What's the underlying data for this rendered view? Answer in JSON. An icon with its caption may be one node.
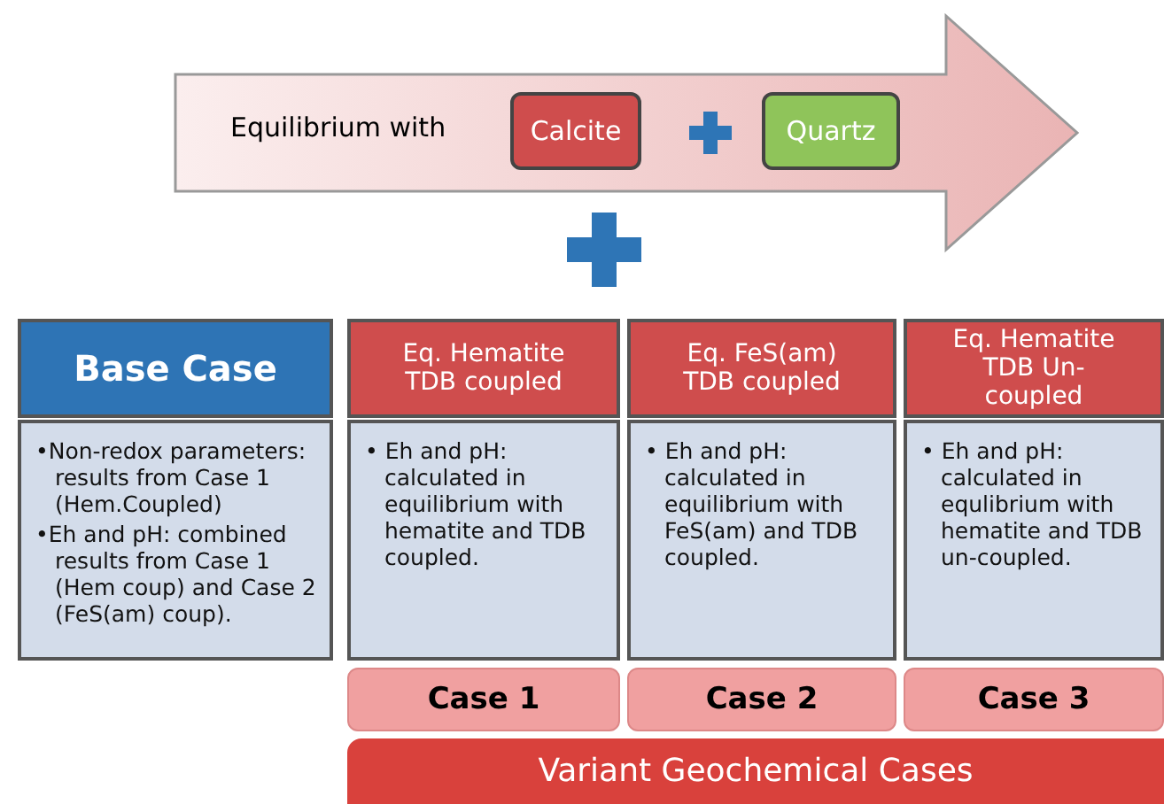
{
  "diagram": {
    "nodes": [
      {
        "text": [
          "Equilibrium with"
        ]
      },
      {
        "text": [
          "Calcite"
        ],
        "in": 0
      },
      {
        "text": [
          "Quartz"
        ],
        "in": 0
      },
      {
        "text": [
          "Base Case"
        ]
      },
      {
        "text": [
          "•Non-redox parameters: results from Case 1 (Hem.Coupled)",
          "•Eh and pH: combined results from Case 1 (Hem coup) and Case 2 (FeS(am) coup)."
        ]
      },
      {
        "text": [
          "Eq. Hematite TDB coupled"
        ]
      },
      {
        "text": [
          "• Eh and pH: calculated in equilibrium with hematite and TDB coupled."
        ]
      },
      {
        "text": [
          "Eq. FeS(am) TDB coupled"
        ]
      },
      {
        "text": [
          "• Eh and pH: calculated in equilibrium with FeS(am) and TDB coupled."
        ]
      },
      {
        "text": [
          "Eq. Hematite TDB Un-coupled"
        ]
      },
      {
        "text": [
          "• Eh and pH: calculated in equlibrium with hematite and TDB  un-coupled."
        ]
      },
      {
        "text": [
          "Case 1"
        ]
      },
      {
        "text": [
          "Case 2"
        ]
      },
      {
        "text": [
          "Case 3"
        ]
      },
      {
        "text": [
          "Variant Geochemical Cases"
        ]
      }
    ]
  }
}
